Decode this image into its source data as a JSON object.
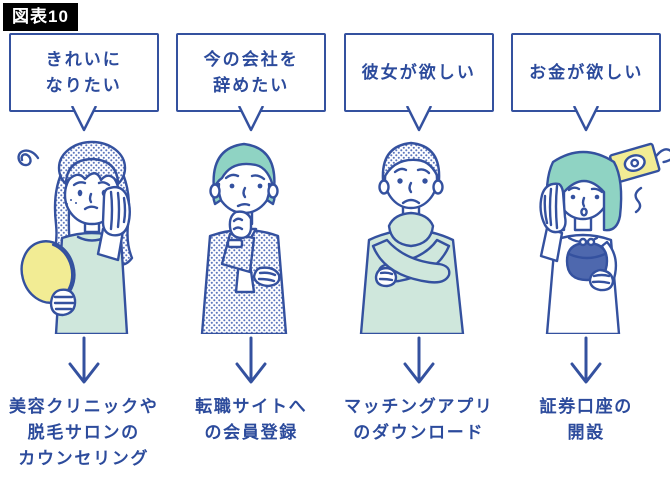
{
  "figure_label": "図表10",
  "colors": {
    "outline_blue": "#34519f",
    "text_blue": "#2c4b9c",
    "mint_clothing": "#cfe7dc",
    "teal_hair": "#8fd3c3",
    "yellow_accent": "#f2ec94",
    "purse_blue": "#4e68ae",
    "label_bg": "#000000",
    "label_fg": "#ffffff"
  },
  "columns": [
    {
      "desire_lines": [
        "きれいに",
        "なりたい"
      ],
      "person": "worried-woman-holding-hand-mirror",
      "action_lines": [
        "美容クリニックや",
        "脱毛サロンの",
        "カウンセリング"
      ]
    },
    {
      "desire_lines": [
        "今の会社を",
        "辞めたい"
      ],
      "person": "worried-man-hand-on-chin-dotted-suit",
      "action_lines": [
        "転職サイトへ",
        "の会員登録"
      ]
    },
    {
      "desire_lines": [
        "彼女が欲しい"
      ],
      "person": "sad-man-arms-crossed-hoodie",
      "action_lines": [
        "マッチングアプリ",
        "のダウンロード"
      ]
    },
    {
      "desire_lines": [
        "お金が欲しい"
      ],
      "person": "worried-woman-coin-purse-money-flying-away",
      "action_lines": [
        "証券口座の",
        "開設"
      ]
    }
  ]
}
